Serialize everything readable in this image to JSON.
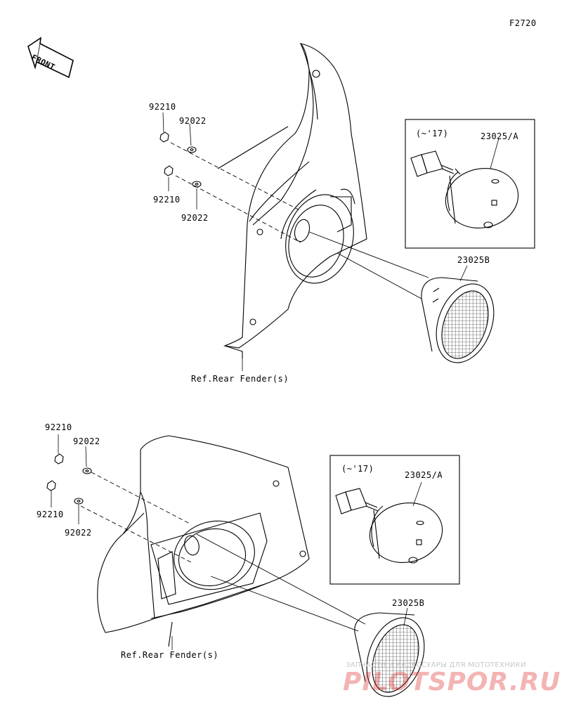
{
  "figure_code": "F2720",
  "front_label": "FRONT",
  "top_assembly": {
    "labels": {
      "nut_a": "92210",
      "washer_a": "92022",
      "nut_b": "92210",
      "washer_b": "92022",
      "lamp_a": "23025/A",
      "year_note": "(~'17)",
      "lamp_b": "23025B",
      "ref": "Ref.Rear Fender(s)"
    }
  },
  "bottom_assembly": {
    "labels": {
      "nut_a": "92210",
      "washer_a": "92022",
      "nut_b": "92210",
      "washer_b": "92022",
      "lamp_a": "23025/A",
      "year_note": "(~'17)",
      "lamp_b": "23025B",
      "ref": "Ref.Rear Fender(s)"
    }
  },
  "watermark": {
    "line1": "ЗАПЧАСТИ И АКСЕССУАРЫ ДЛЯ МОТОТЕХНИКИ",
    "line2": "PILOTSPOR.RU"
  }
}
